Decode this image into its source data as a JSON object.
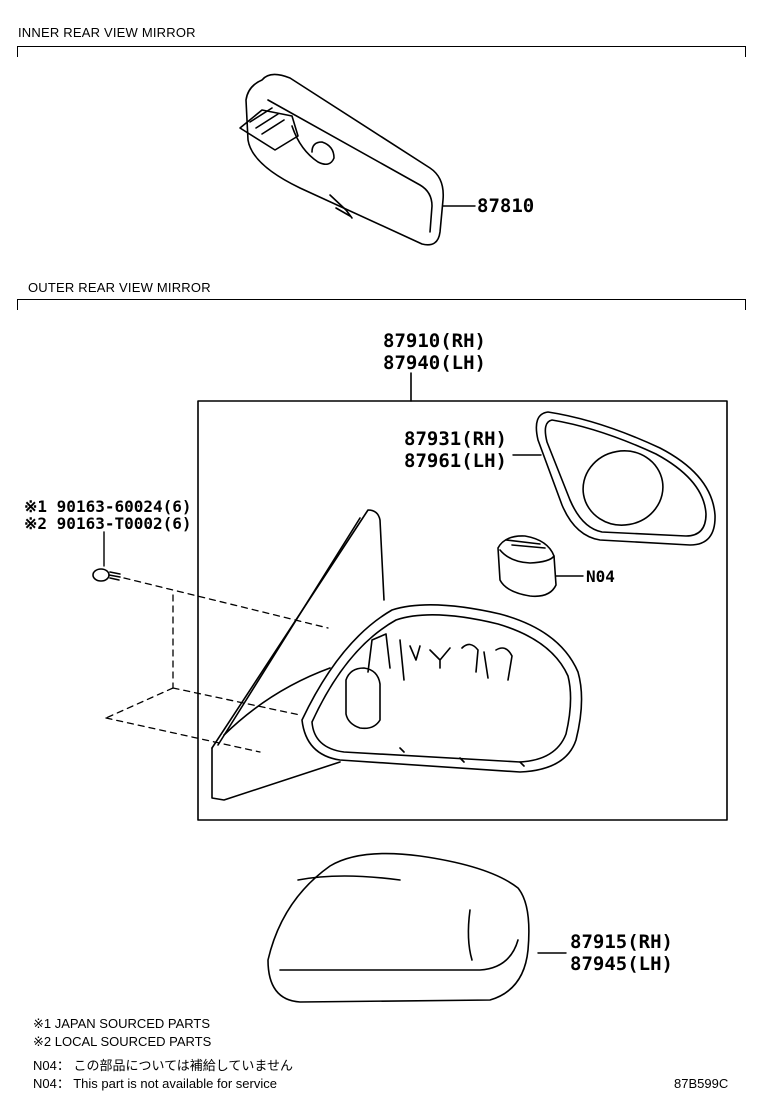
{
  "sections": {
    "inner_title": "INNER REAR VIEW MIRROR",
    "outer_title": "OUTER REAR VIEW MIRROR"
  },
  "parts": {
    "inner_mirror": "87810",
    "outer_assy_rh": "87910(RH)",
    "outer_assy_lh": "87940(LH)",
    "mirror_glass_rh": "87931(RH)",
    "mirror_glass_lh": "87961(LH)",
    "screw_1": "※1 90163-60024(6)",
    "screw_2": "※2 90163-T0002(6)",
    "n04": "N04",
    "cover_rh": "87915(RH)",
    "cover_lh": "87945(LH)"
  },
  "notes": {
    "japan": "※1 JAPAN SOURCED PARTS",
    "local": "※2 LOCAL SOURCED PARTS",
    "n04_jp": "N04： この部品については補給していません",
    "n04_en": "N04： This part is not available for service"
  },
  "diagram_code": "87B599C"
}
